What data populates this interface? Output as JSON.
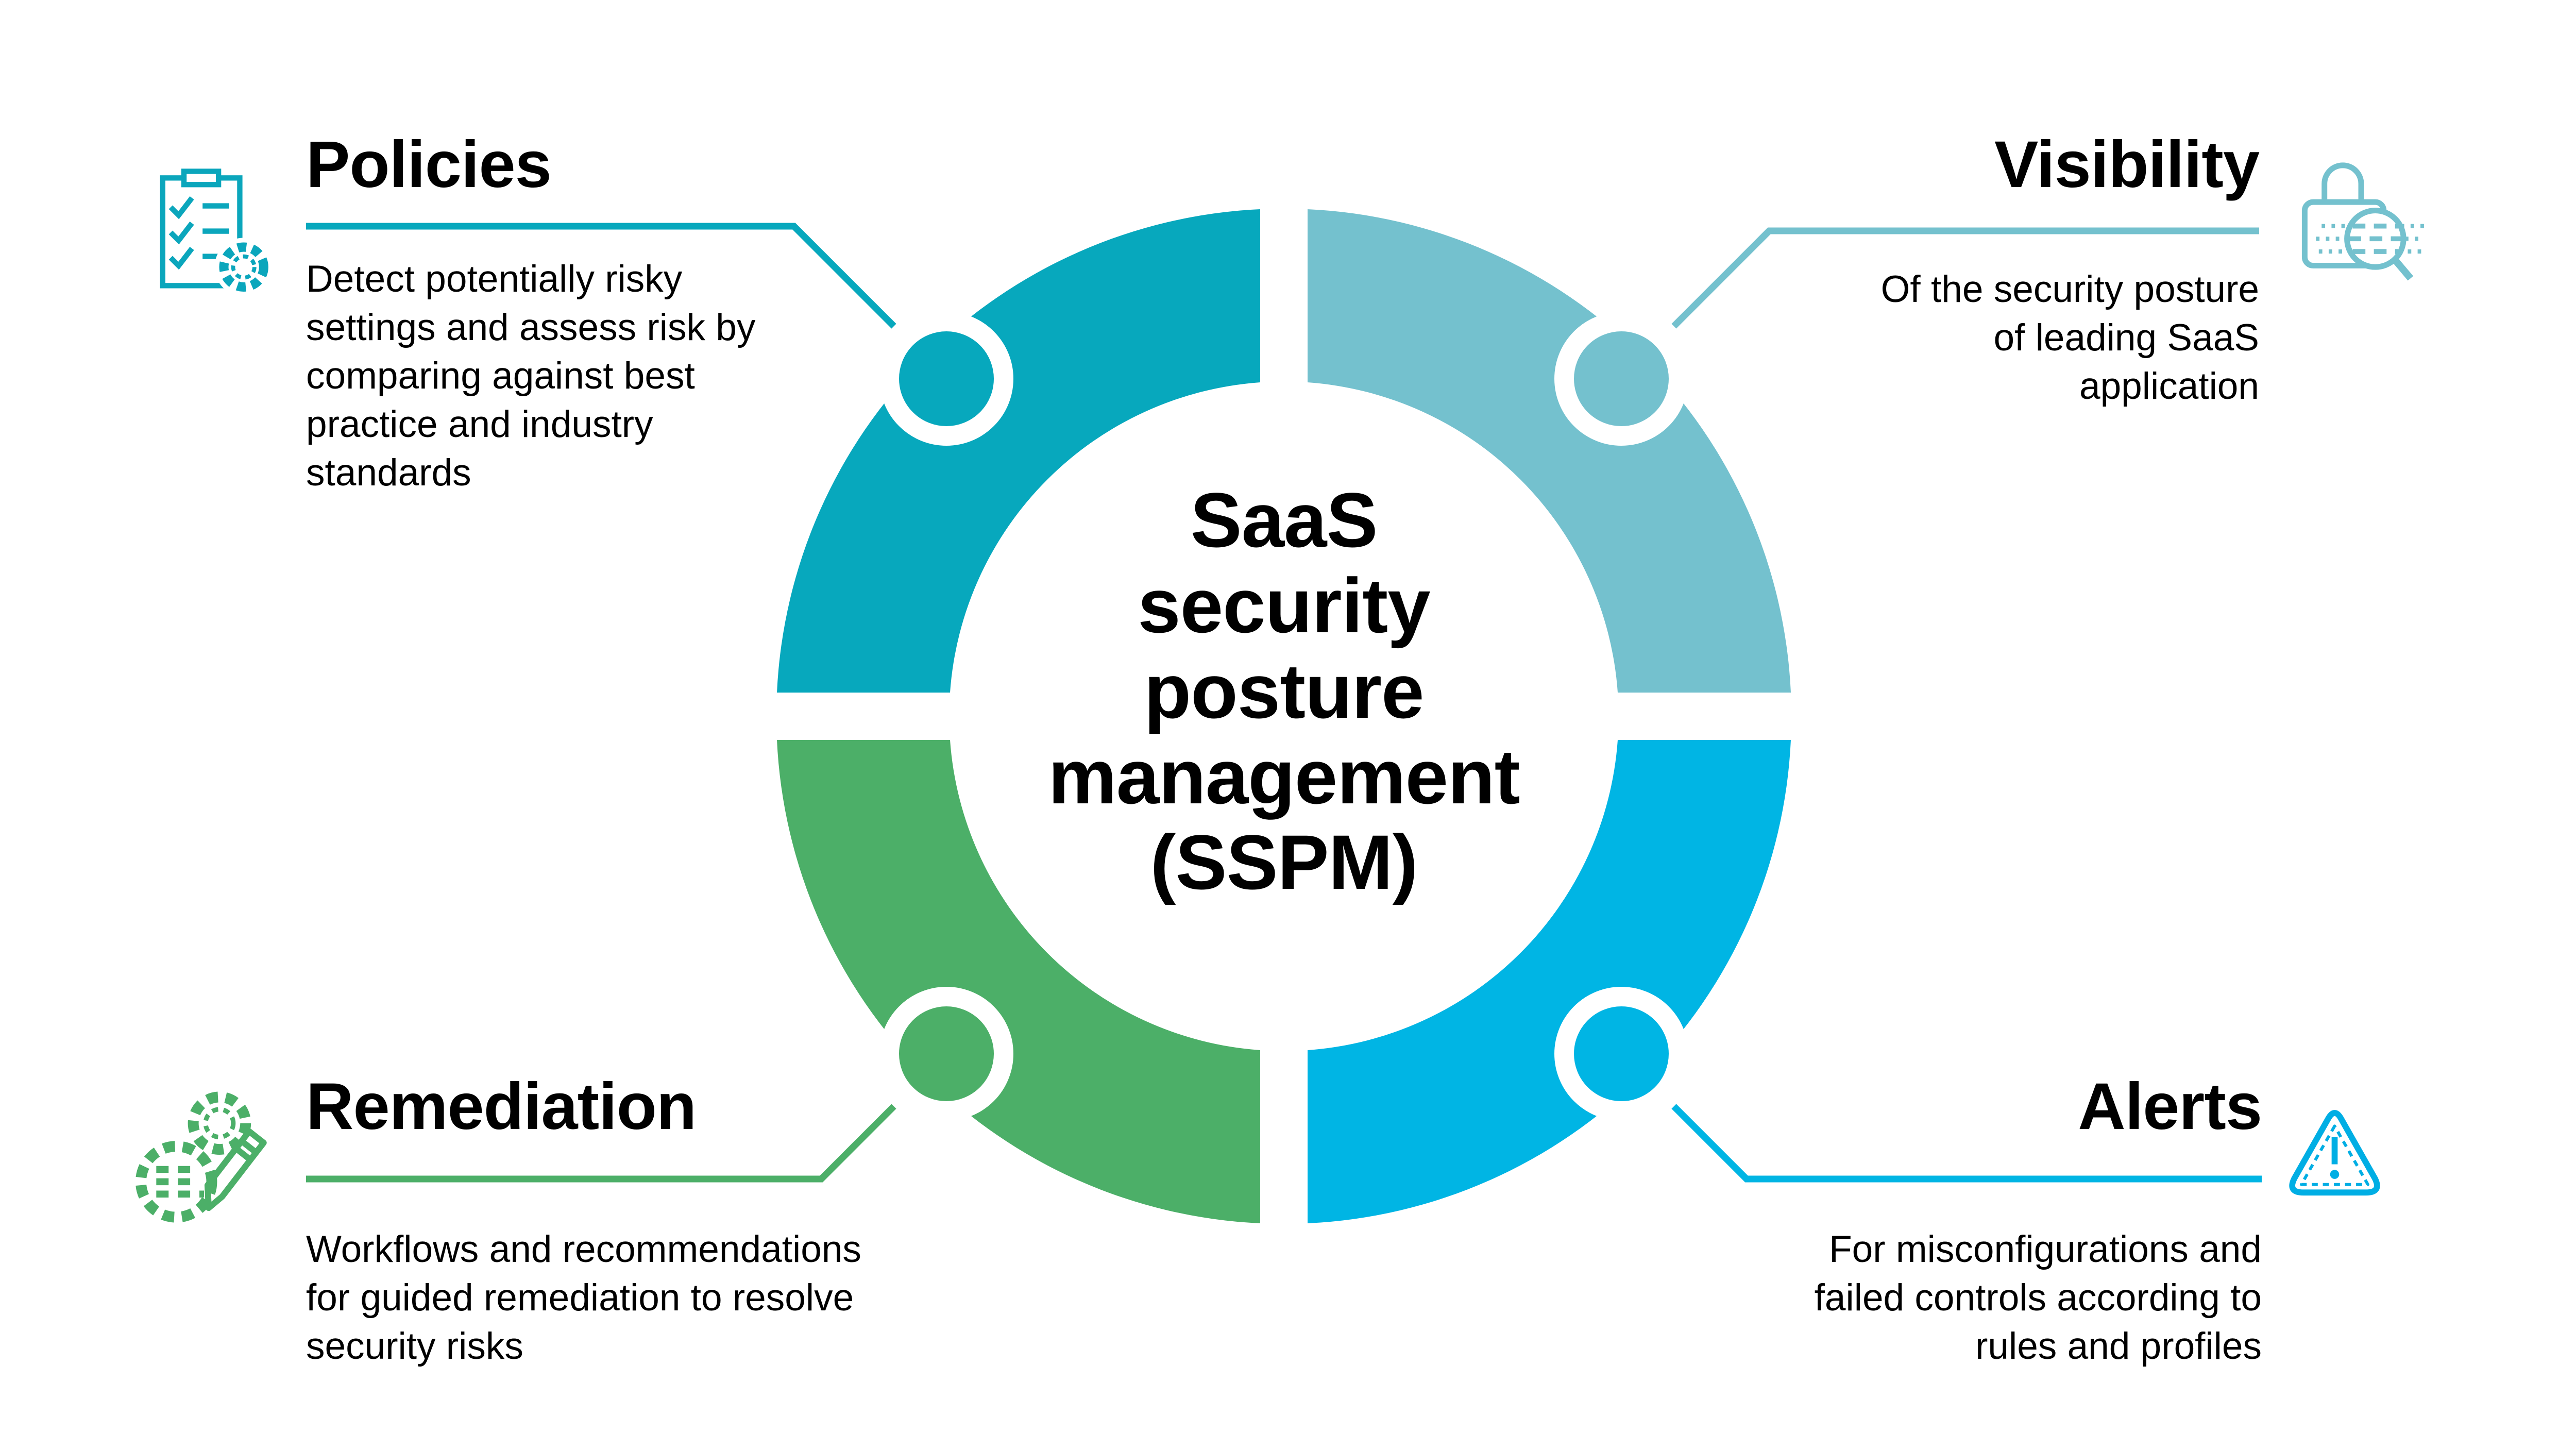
{
  "page": {
    "background_color": "#ffffff",
    "text_color": "#000000"
  },
  "center": {
    "label": "SaaS\nsecurity\nposture\nmanagement\n(SSPM)"
  },
  "sections": {
    "policies": {
      "title": "Policies",
      "description": "Detect potentially risky\nsettings and assess risk by\ncomparing against best\npractice and industry\nstandards",
      "color": "#07A8BD",
      "icon": "clipboard-checklist-icon",
      "position": "top-left"
    },
    "visibility": {
      "title": "Visibility",
      "description": "Of the security posture\nof leading SaaS\napplication",
      "color": "#74C1CE",
      "icon": "padlock-magnifier-icon",
      "position": "top-right"
    },
    "remediation": {
      "title": "Remediation",
      "description": "Workflows and recommendations\nfor guided remediation to resolve\nsecurity risks",
      "color": "#4CAF68",
      "icon": "gears-pencil-icon",
      "position": "bottom-left"
    },
    "alerts": {
      "title": "Alerts",
      "description": "For misconfigurations and\nfailed controls according to\nrules and profiles",
      "color": "#00B5E4",
      "icon": "warning-triangle-icon",
      "position": "bottom-right"
    }
  },
  "diagram": {
    "type": "donut-infographic",
    "quadrants": [
      "policies",
      "visibility",
      "alerts",
      "remediation"
    ],
    "quadrant_colors": {
      "top_left": "#07A8BD",
      "top_right": "#74C1CE",
      "bottom_right": "#00B5E4",
      "bottom_left": "#4CAF68"
    }
  }
}
